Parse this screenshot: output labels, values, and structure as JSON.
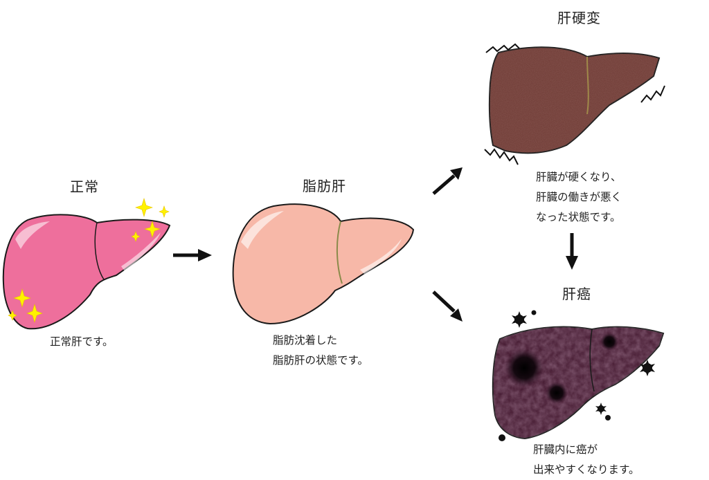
{
  "stages": {
    "normal": {
      "title": "正常",
      "desc": [
        "正常肝です。"
      ]
    },
    "fatty": {
      "title": "脂肪肝",
      "desc": [
        "脂肪沈着した",
        "脂肪肝の状態です。"
      ]
    },
    "cirrhosis": {
      "title": "肝硬変",
      "desc": [
        "肝臓が硬くなり、",
        "肝臓の働きが悪く",
        "なった状態です。"
      ]
    },
    "cancer": {
      "title": "肝癌",
      "desc": [
        "肝臓内に癌が",
        "出来やすくなります。"
      ]
    }
  },
  "colors": {
    "normal_liver": "#ee6f9c",
    "fatty_liver": "#f7b8a8",
    "cirrhosis_liver": "#6e3a34",
    "cancer_liver": "#43182f",
    "sparkle": "#fff200",
    "arrow": "#111111"
  }
}
